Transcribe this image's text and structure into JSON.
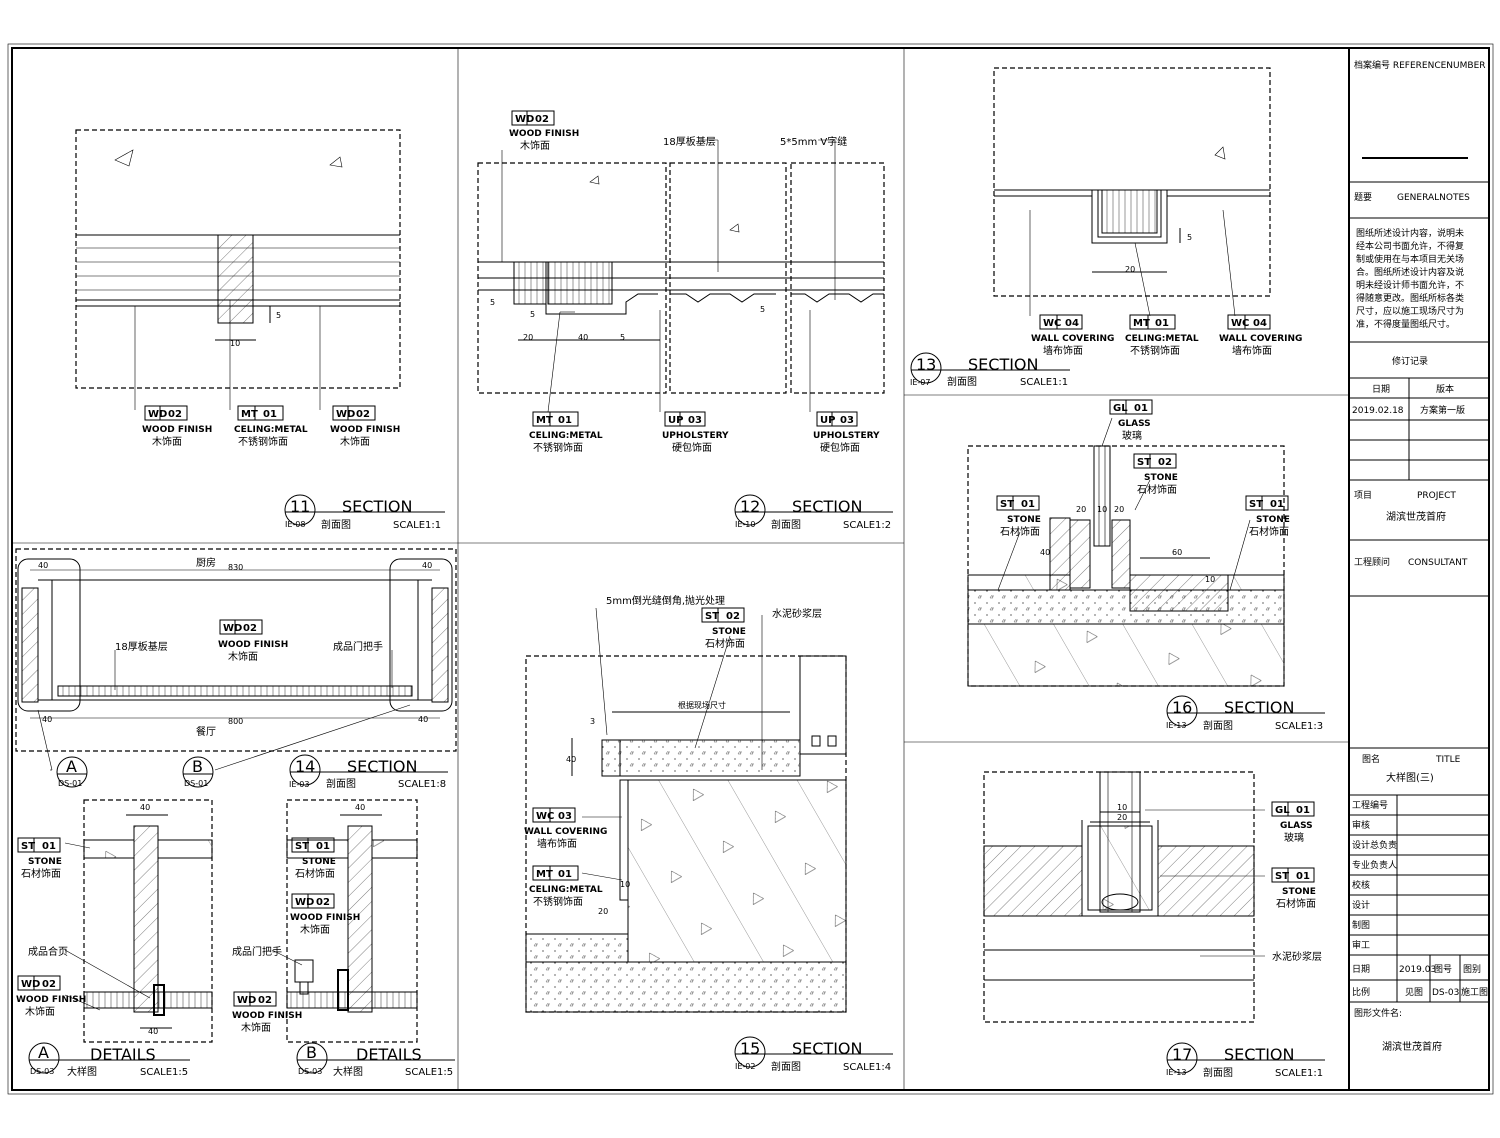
{
  "materials": {
    "wd02": {
      "code": "WD",
      "num": "02",
      "en": "WOOD FINISH",
      "cn": "木饰面"
    },
    "mt01": {
      "code": "MT",
      "num": "01",
      "en": "CELING:METAL",
      "cn": "不锈钢饰面"
    },
    "up03": {
      "code": "UP",
      "num": "03",
      "en": "UPHOLSTERY",
      "cn": "硬包饰面"
    },
    "wc04": {
      "code": "WC",
      "num": "04",
      "en": "WALL COVERING",
      "cn": "墙布饰面"
    },
    "wc03": {
      "code": "WC",
      "num": "03",
      "en": "WALL COVERING",
      "cn": "墙布饰面"
    },
    "gl01": {
      "code": "GL",
      "num": "01",
      "en": "GLASS",
      "cn": "玻璃"
    },
    "st01": {
      "code": "ST",
      "num": "01",
      "en": "STONE",
      "cn": "石材饰面"
    },
    "st02": {
      "code": "ST",
      "num": "02",
      "en": "STONE",
      "cn": "石材饰面"
    }
  },
  "sections": {
    "s11": {
      "num": "11",
      "ref": "IE-08",
      "title": "SECTION",
      "cn": "剖面图",
      "scale": "SCALE1:1"
    },
    "s12": {
      "num": "12",
      "ref": "IE-10",
      "title": "SECTION",
      "cn": "剖面图",
      "scale": "SCALE1:2"
    },
    "s13": {
      "num": "13",
      "ref": "IE-07",
      "title": "SECTION",
      "cn": "剖面图",
      "scale": "SCALE1:1"
    },
    "s14": {
      "num": "14",
      "ref": "IE-03",
      "title": "SECTION",
      "cn": "剖面图",
      "scale": "SCALE1:8"
    },
    "s15": {
      "num": "15",
      "ref": "IE-02",
      "title": "SECTION",
      "cn": "剖面图",
      "scale": "SCALE1:4"
    },
    "s16": {
      "num": "16",
      "ref": "IE-13",
      "title": "SECTION",
      "cn": "剖面图",
      "scale": "SCALE1:3"
    },
    "s17": {
      "num": "17",
      "ref": "IE-13",
      "title": "SECTION",
      "cn": "剖面图",
      "scale": "SCALE1:1"
    },
    "dA": {
      "num": "A",
      "ref": "DS-03",
      "title": "DETAILS",
      "cn": "大样图",
      "scale": "SCALE1:5"
    },
    "dB": {
      "num": "B",
      "ref": "DS-03",
      "title": "DETAILS",
      "cn": "大样图",
      "scale": "SCALE1:5"
    }
  },
  "callouts": {
    "a": {
      "letter": "A",
      "ref": "DS-01"
    },
    "b": {
      "letter": "B",
      "ref": "DS-01"
    }
  },
  "notes": {
    "s12_board": "18厚板基层",
    "s12_gap": "5*5mm V字缝",
    "s14_kitchen": "厨房",
    "s14_dining": "餐厅",
    "s14_board": "18厚板基层",
    "s14_handle": "成品门把手",
    "s15_chamfer": "5mm倒光缝倒角,抛光处理",
    "s15_mortar": "水泥砂浆层",
    "s15_dim": "根据现场尺寸",
    "s17_mortar": "水泥砂浆层",
    "dA_hinge": "成品合页",
    "dB_handle": "成品门把手"
  },
  "dims": {
    "s11_10": "10",
    "s11_5": "5",
    "s12_20": "20",
    "s12_40": "40",
    "s12_5a": "5",
    "s12_5b": "5",
    "s12_5c": "5",
    "s12_5d": "5",
    "s13_20": "20",
    "s13_5": "5",
    "s14_830": "830",
    "s14_800": "800",
    "s14_40a": "40",
    "s14_40b": "40",
    "s14_40c": "40",
    "s14_40d": "40",
    "s15_40": "40",
    "s15_10": "10",
    "s15_20": "20",
    "s15_3": "3",
    "s16_20a": "20",
    "s16_10": "10",
    "s16_20b": "20",
    "s16_40": "40",
    "s16_60": "60",
    "s16_10b": "10",
    "s17_10": "10",
    "s17_20": "20",
    "dA_40a": "40",
    "dA_40b": "40",
    "dB_40": "40"
  },
  "title_block": {
    "ref_no": "档案编号 REFERENCENUMBER",
    "notes_label": "题要",
    "notes_en": "GENERALNOTES",
    "notes_lines": [
      "图纸所述设计内容，说明未",
      "经本公司书面允许，不得复",
      "制或使用在与本项目无关场",
      "合。图纸所述设计内容及说",
      "明未经设计师书面允许，不",
      "得随意更改。图纸所标各类",
      "尺寸，应以施工现场尺寸为",
      "准，不得度量图纸尺寸。"
    ],
    "revision": "修订记录",
    "date_h": "日期",
    "version_h": "版本",
    "date_v": "2019.02.18",
    "version_v": "方案第一版",
    "project_label": "项目",
    "project_en": "PROJECT",
    "project_name": "湖滨世茂首府",
    "consultant_label": "工程顾问",
    "consultant_en": "CONSULTANT",
    "title_label": "图名",
    "title_en": "TITLE",
    "drawing_title": "大样图(三)",
    "rows": [
      "工程编号",
      "审核",
      "设计总负责",
      "专业负责人",
      "校核",
      "设计",
      "制图",
      "审工"
    ],
    "date_row": {
      "label": "日期",
      "date": "2019.03",
      "l2": "图号",
      "v2": "图别"
    },
    "scale_row": {
      "label": "比例",
      "v1": "见图",
      "v2": "DS-03",
      "v3": "施工图"
    },
    "file_label": "图形文件名:",
    "file_name": "湖滨世茂首府"
  }
}
